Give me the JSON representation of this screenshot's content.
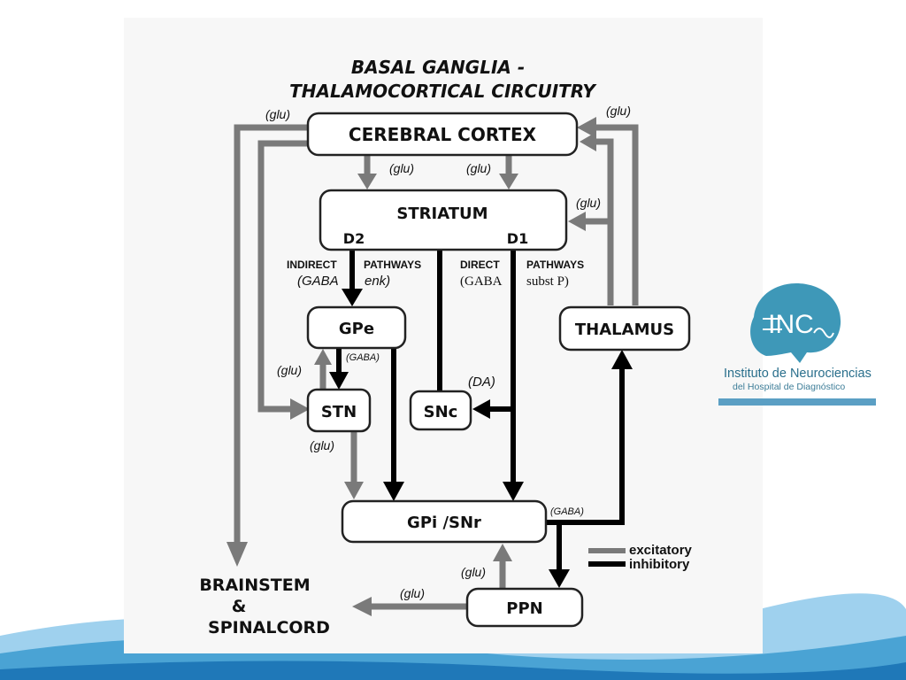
{
  "title": {
    "line1": "BASAL GANGLIA -",
    "line2": "THALAMOCORTICAL CIRCUITRY"
  },
  "nodes": {
    "cortex": "CEREBRAL CORTEX",
    "striatum": "STRIATUM",
    "d2": "D2",
    "d1": "D1",
    "gpe": "GPe",
    "stn": "STN",
    "snc": "SNc",
    "gpi": "GPi /SNr",
    "thalamus": "THALAMUS",
    "ppn": "PPN",
    "brainstem_line1": "BRAINSTEM",
    "brainstem_line2": "&",
    "brainstem_line3": "SPINALCORD"
  },
  "pathways": {
    "indirect": "INDIRECT",
    "indirect_pathways": "PATHWAYS",
    "indirect_gaba": "(GABA",
    "indirect_enk": "enk)",
    "direct": "DIRECT",
    "direct_pathways": "PATHWAYS",
    "direct_gaba": "(GABA",
    "direct_subst": "subst P)"
  },
  "labels": {
    "glu_cortex_left": "(glu)",
    "glu_cortex_right": "(glu)",
    "glu_to_striatum_left": "(glu)",
    "glu_to_striatum_right": "(glu)",
    "glu_thalamus_striatum": "(glu)",
    "gaba_gpe_stn": "(GABA)",
    "glu_stn_gpe": "(glu)",
    "da_snc": "(DA)",
    "glu_stn_gpi": "(glu)",
    "gaba_gpi": "(GABA)",
    "glu_ppn_gpi": "(glu)",
    "glu_ppn_brainstem": "(glu)"
  },
  "legend": {
    "excitatory": "excitatory",
    "inhibitory": "inhibitory"
  },
  "logo": {
    "mark": "INC",
    "line1": "Instituto de Neurociencias",
    "line2": "del Hospital de Diagnóstico"
  },
  "colors": {
    "excitatory": "#7a7a7a",
    "inhibitory": "#000000",
    "logo_teal": "#3e98b8",
    "wave": "#4aa3d4"
  }
}
